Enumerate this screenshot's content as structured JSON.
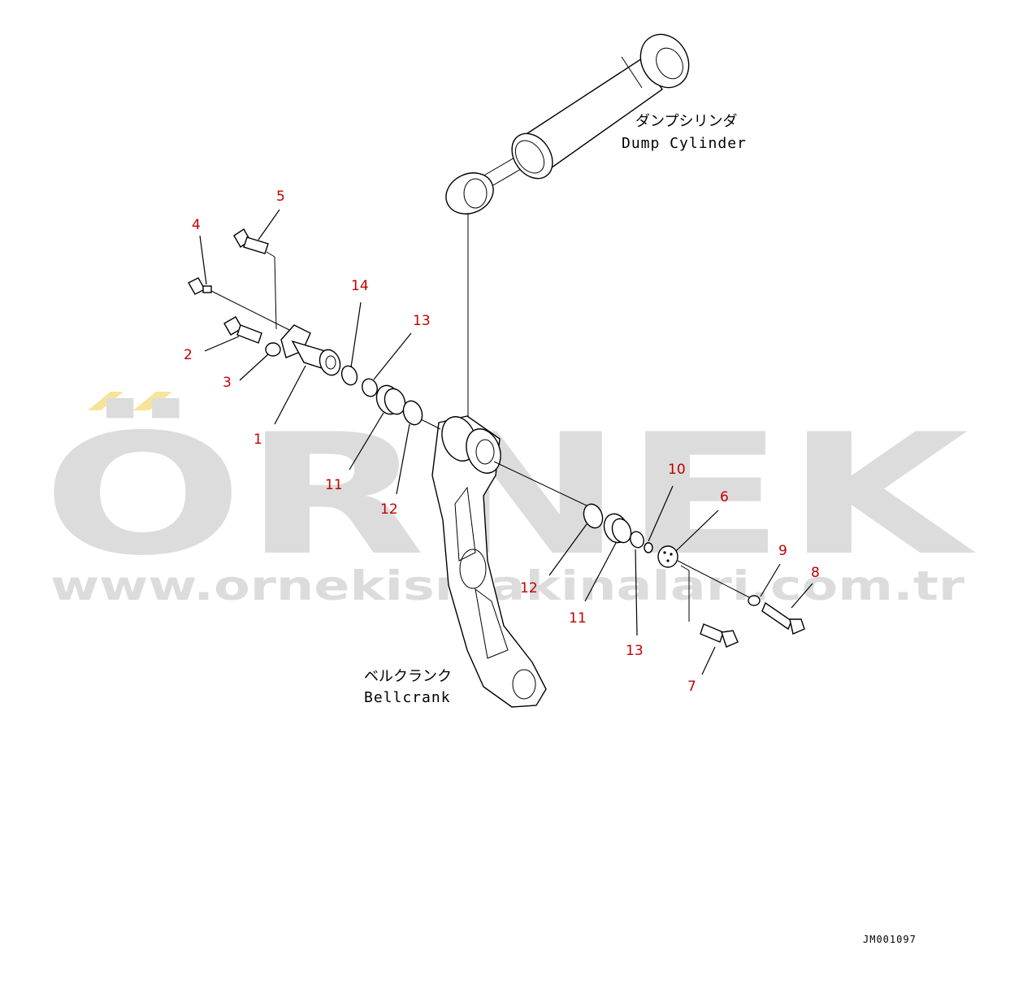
{
  "watermark": {
    "brand": "ÖRNEK",
    "url": "www.ornekismakinalari.com.tr",
    "accent_color": "#f7e39a",
    "text_color": "#dcdcdc"
  },
  "labels": {
    "dump_cylinder_jp": "ダンプシリンダ",
    "dump_cylinder_en": "Dump Cylinder",
    "bellcrank_jp": "ベルクランク",
    "bellcrank_en": "Bellcrank"
  },
  "drawing_number": "JM001097",
  "callouts": [
    {
      "id": "c5",
      "text": "5"
    },
    {
      "id": "c4",
      "text": "4"
    },
    {
      "id": "c14",
      "text": "14"
    },
    {
      "id": "c13a",
      "text": "13"
    },
    {
      "id": "c2",
      "text": "2"
    },
    {
      "id": "c3",
      "text": "3"
    },
    {
      "id": "c1",
      "text": "1"
    },
    {
      "id": "c11a",
      "text": "11"
    },
    {
      "id": "c12a",
      "text": "12"
    },
    {
      "id": "c10",
      "text": "10"
    },
    {
      "id": "c6",
      "text": "6"
    },
    {
      "id": "c9",
      "text": "9"
    },
    {
      "id": "c8",
      "text": "8"
    },
    {
      "id": "c12b",
      "text": "12"
    },
    {
      "id": "c11b",
      "text": "11"
    },
    {
      "id": "c13b",
      "text": "13"
    },
    {
      "id": "c7",
      "text": "7"
    }
  ],
  "callout_color": "#c00000"
}
